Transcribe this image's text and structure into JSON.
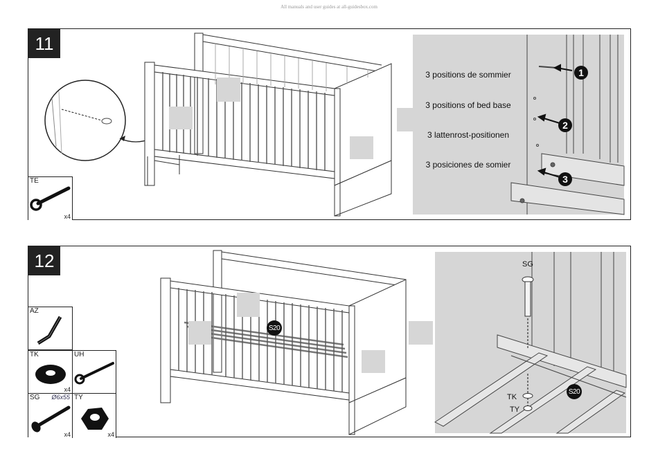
{
  "watermark": "All manuals and user guides at all-guidesbox.com",
  "step11": {
    "number": "11",
    "captions": [
      "3 positions de sommier",
      "3 positions of bed base",
      "3 lattenrost-positionen",
      "3 posiciones de somier"
    ],
    "markers": [
      "1",
      "2",
      "3"
    ],
    "part": {
      "code": "TE",
      "qty": "x4"
    }
  },
  "step12": {
    "number": "12",
    "detail_labels": {
      "sg": "SG",
      "tk": "TK",
      "ty": "TY"
    },
    "badge": "S20",
    "parts": {
      "az": {
        "code": "AZ"
      },
      "tk": {
        "code": "TK",
        "qty": "x4"
      },
      "uh": {
        "code": "UH"
      },
      "sg": {
        "code": "SG",
        "size": "Ø6x55",
        "qty": "x4"
      },
      "ty": {
        "code": "TY",
        "qty": "x4"
      }
    }
  }
}
